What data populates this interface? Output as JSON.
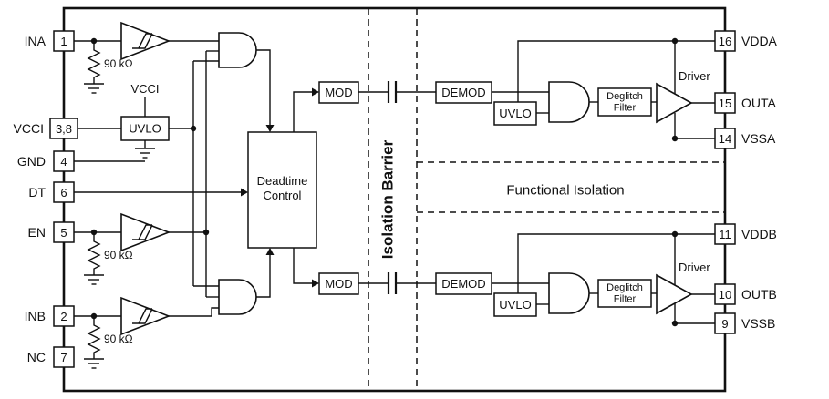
{
  "pins": {
    "left": [
      {
        "label": "INA",
        "num": "1"
      },
      {
        "label": "VCCI",
        "num": "3,8"
      },
      {
        "label": "GND",
        "num": "4"
      },
      {
        "label": "DT",
        "num": "6"
      },
      {
        "label": "EN",
        "num": "5"
      },
      {
        "label": "INB",
        "num": "2"
      },
      {
        "label": "NC",
        "num": "7"
      }
    ],
    "right": [
      {
        "label": "VDDA",
        "num": "16"
      },
      {
        "label": "OUTA",
        "num": "15"
      },
      {
        "label": "VSSA",
        "num": "14"
      },
      {
        "label": "VDDB",
        "num": "11"
      },
      {
        "label": "OUTB",
        "num": "10"
      },
      {
        "label": "VSSB",
        "num": "9"
      }
    ]
  },
  "blocks": {
    "vcci_rail": "VCCI",
    "uvlo_input": "UVLO",
    "deadtime": {
      "line1": "Deadtime",
      "line2": "Control"
    },
    "mod_a": "MOD",
    "mod_b": "MOD",
    "demod_a": "DEMOD",
    "demod_b": "DEMOD",
    "uvlo_a": "UVLO",
    "uvlo_b": "UVLO",
    "deglitch_a": {
      "line1": "Deglitch",
      "line2": "Filter"
    },
    "deglitch_b": {
      "line1": "Deglitch",
      "line2": "Filter"
    },
    "driver_a": "Driver",
    "driver_b": "Driver"
  },
  "resistors": {
    "ina": "90 kΩ",
    "en": "90 kΩ",
    "inb": "90 kΩ"
  },
  "regions": {
    "isolation_barrier": "Isolation Barrier",
    "functional_isolation": "Functional Isolation"
  },
  "colors": {
    "line": "#111111",
    "background": "#ffffff"
  }
}
